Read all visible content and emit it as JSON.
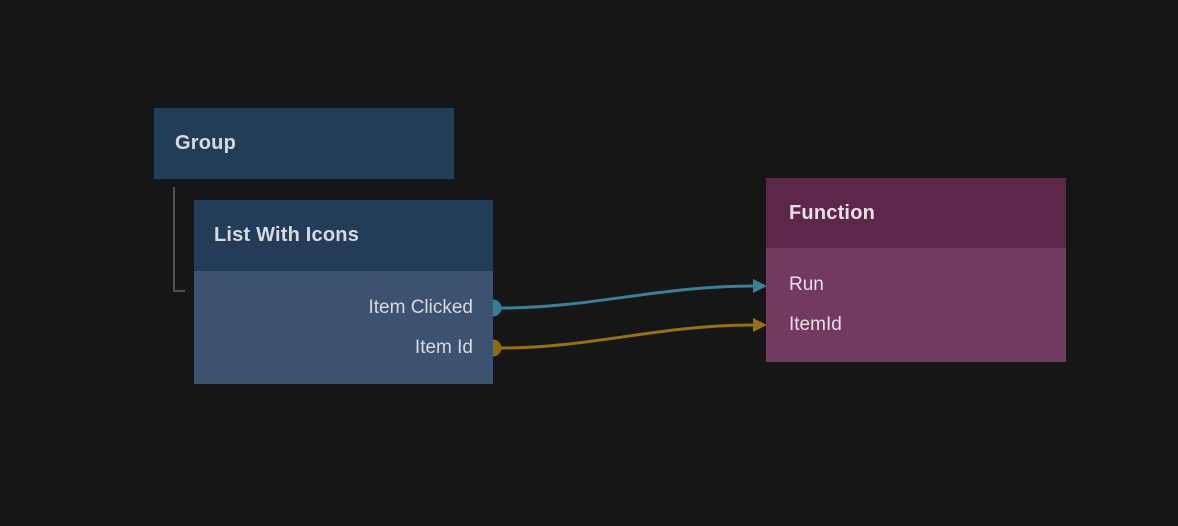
{
  "canvas": {
    "bg": "#161616"
  },
  "nodes": {
    "group": {
      "title": "Group",
      "header_color": "#233d58",
      "text_color": "#d6dae1"
    },
    "list": {
      "title": "List With Icons",
      "header_color": "#233d58",
      "body_color": "#3d5170",
      "text_color": "#d6dae1",
      "outputs": [
        {
          "label": "Item Clicked",
          "port_color": "#347f98"
        },
        {
          "label": "Item Id",
          "port_color": "#8d6b15"
        }
      ]
    },
    "function": {
      "title": "Function",
      "header_color": "#5c2749",
      "body_color": "#723a5f",
      "text_color": "#eadfe8",
      "inputs": [
        {
          "label": "Run"
        },
        {
          "label": "ItemId"
        }
      ]
    }
  },
  "edges": [
    {
      "from_port": "Item Clicked",
      "to_port": "Run",
      "color": "#3b7f98"
    },
    {
      "from_port": "Item Id",
      "to_port": "ItemId",
      "color": "#97701a"
    }
  ],
  "hierarchy_connector": {
    "color": "#4f4f4f"
  }
}
